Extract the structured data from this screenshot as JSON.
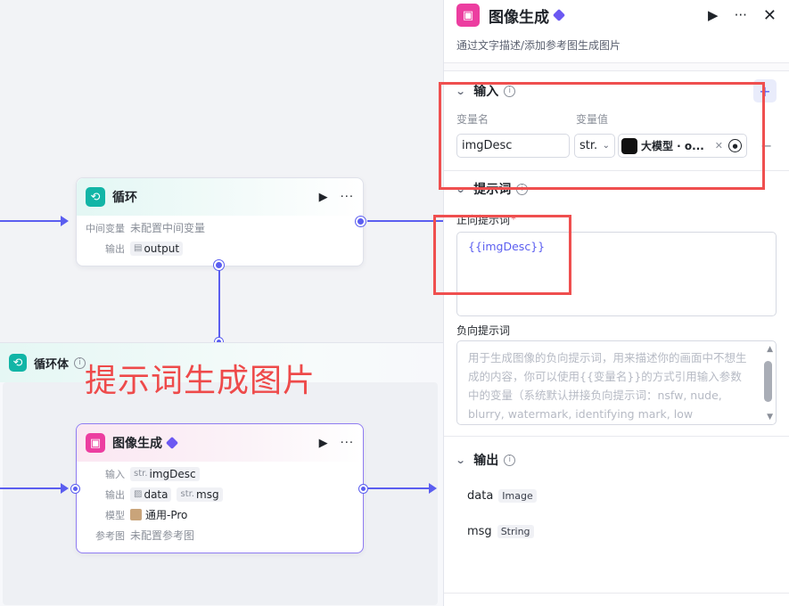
{
  "loop_node": {
    "title": "循环",
    "rows": [
      {
        "label": "中间变量",
        "value": "未配置中间变量"
      },
      {
        "label": "输出",
        "chip": "output"
      }
    ]
  },
  "loop_body": {
    "title": "循环体"
  },
  "annotation": "提示词生成图片",
  "image_node": {
    "title": "图像生成",
    "input_label": "输入",
    "input_chip_pre": "str.",
    "input_chip": "imgDesc",
    "output_label": "输出",
    "output_chip1": "data",
    "output_chip2_pre": "str.",
    "output_chip2": "msg",
    "model_label": "模型",
    "model_value": "通用-Pro",
    "ref_label": "参考图",
    "ref_value": "未配置参考图"
  },
  "panel": {
    "title": "图像生成",
    "description": "通过文字描述/添加参考图生成图片",
    "input_section": {
      "title": "输入",
      "col_name": "变量名",
      "col_value": "变量值",
      "var_name": "imgDesc",
      "type": "str.",
      "ref_label": "大模型 · o..."
    },
    "prompt_section": {
      "title": "提示词",
      "positive_label": "正向提示词",
      "positive_value": "{{imgDesc}}",
      "negative_label": "负向提示词",
      "negative_placeholder": "用于生成图像的负向提示词，用来描述你的画面中不想生成的内容，你可以使用{{变量名}}的方式引用输入参数中的变量（系统默认拼接负向提示词：nsfw, nude, blurry, watermark, identifying mark, low resolution, mutated, lack of hierarchy）"
    },
    "output_section": {
      "title": "输出",
      "items": [
        {
          "name": "data",
          "type": "Image"
        },
        {
          "name": "msg",
          "type": "String"
        }
      ]
    }
  },
  "colors": {
    "accent": "#5b5ef0",
    "annotation_red": "#ef4f4f",
    "loop_teal": "#12b5a6",
    "image_pink": "#ec3ea0"
  }
}
